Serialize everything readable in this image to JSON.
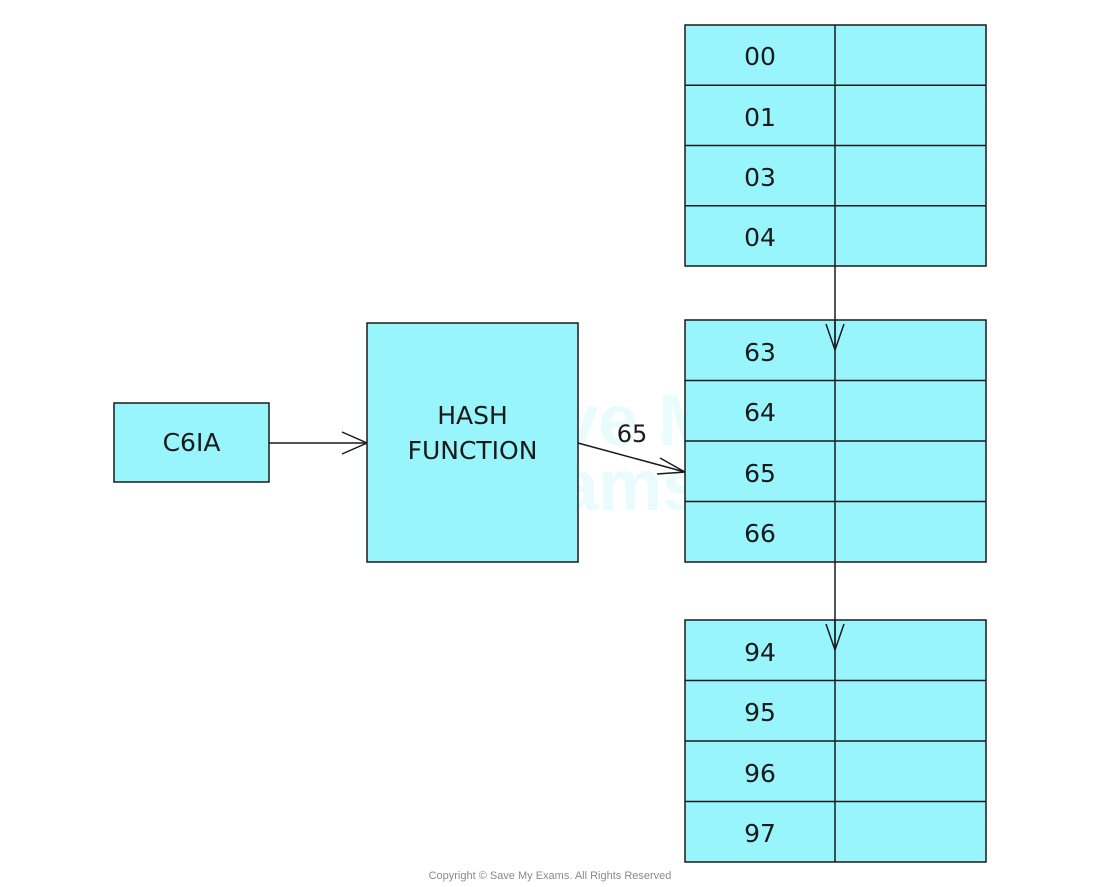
{
  "input_key": "C6IA",
  "hash_function": {
    "line1": "HASH",
    "line2": "FUNCTION"
  },
  "hash_output": "65",
  "tables": [
    {
      "rows": [
        "00",
        "01",
        "03",
        "04"
      ]
    },
    {
      "rows": [
        "63",
        "64",
        "65",
        "66"
      ]
    },
    {
      "rows": [
        "94",
        "95",
        "96",
        "97"
      ]
    }
  ],
  "watermark": {
    "line1": "Save My",
    "line2": "Exams"
  },
  "copyright": "Copyright © Save My Exams. All Rights Reserved",
  "colors": {
    "box_fill": "#98f5fc",
    "stroke": "#1a1a1a"
  }
}
